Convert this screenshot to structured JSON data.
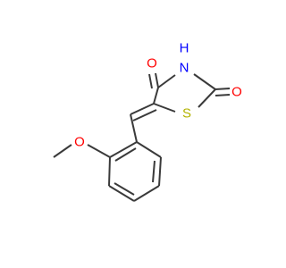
{
  "structure": {
    "atoms": {
      "o_carbonyl_top": {
        "label": "O",
        "color": "#ff0000"
      },
      "nh": {
        "label": "N",
        "h_label": "H",
        "color": "#0000ff"
      },
      "o_carbonyl_right": {
        "label": "O",
        "color": "#ff0000"
      },
      "s_ring": {
        "label": "S",
        "color": "#b3b300"
      },
      "o_methoxy": {
        "label": "O",
        "color": "#ff0000"
      }
    },
    "bond_color": "#3a3a3a"
  }
}
